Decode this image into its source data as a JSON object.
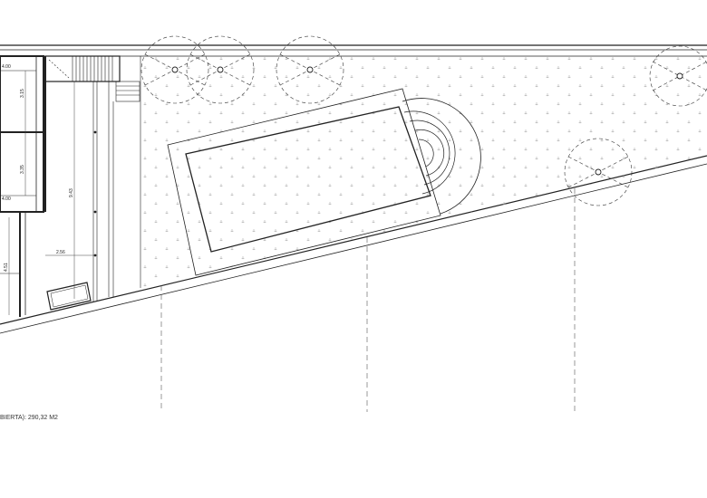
{
  "drawing": {
    "area_label": "BIERTA):  290,32 M2",
    "dimensions": {
      "d_top": "4.00",
      "d_room1": "3.15",
      "d_room2": "3.35",
      "d_mid": "4.00",
      "d_room3": "4.51",
      "d_corridor": "9.43",
      "d_stair": "2.56"
    }
  }
}
